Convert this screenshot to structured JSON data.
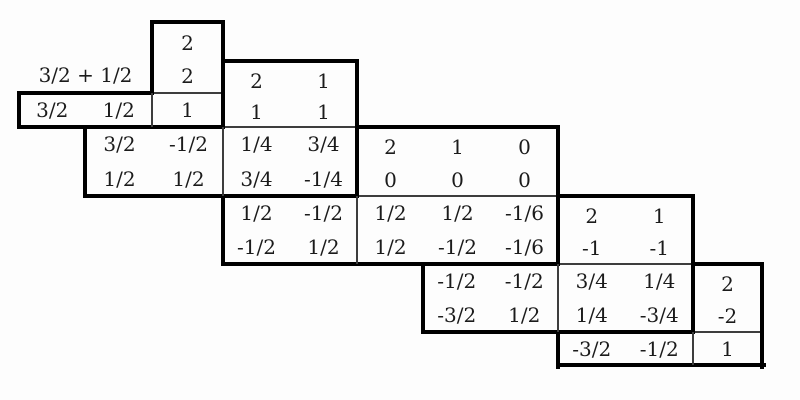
{
  "table": {
    "sum_label": "3/2 + 1/2",
    "colors": {
      "line": "#000000",
      "thin_line": "#3d3d3d",
      "background": "#fdfdfd",
      "text": "#1b1b1b"
    },
    "blocks": [
      {
        "j_row": [
          "2"
        ],
        "m_row": [
          "2"
        ],
        "m1m2_rows": [
          [
            "3/2",
            "1/2"
          ]
        ],
        "coef_rows": [
          [
            "1"
          ]
        ]
      },
      {
        "j_row": [
          "2",
          "1"
        ],
        "m_row": [
          "1",
          "1"
        ],
        "m1m2_rows": [
          [
            "3/2",
            "-1/2"
          ],
          [
            "1/2",
            "1/2"
          ]
        ],
        "coef_rows": [
          [
            "1/4",
            "3/4"
          ],
          [
            "3/4",
            "-1/4"
          ]
        ]
      },
      {
        "j_row": [
          "2",
          "1",
          "0"
        ],
        "m_row": [
          "0",
          "0",
          "0"
        ],
        "m1m2_rows": [
          [
            "1/2",
            "-1/2"
          ],
          [
            "-1/2",
            "1/2"
          ]
        ],
        "coef_rows": [
          [
            "1/2",
            "1/2",
            "-1/6"
          ],
          [
            "1/2",
            "-1/2",
            "-1/6"
          ]
        ]
      },
      {
        "j_row": [
          "2",
          "1"
        ],
        "m_row": [
          "-1",
          "-1"
        ],
        "m1m2_rows": [
          [
            "-1/2",
            "-1/2"
          ],
          [
            "-3/2",
            "1/2"
          ]
        ],
        "coef_rows": [
          [
            "3/4",
            "1/4"
          ],
          [
            "1/4",
            "-3/4"
          ]
        ]
      },
      {
        "j_row": [
          "2"
        ],
        "m_row": [
          "-2"
        ],
        "m1m2_rows": [
          [
            "-3/2",
            "-1/2"
          ]
        ],
        "coef_rows": [
          [
            "1"
          ]
        ]
      }
    ]
  }
}
